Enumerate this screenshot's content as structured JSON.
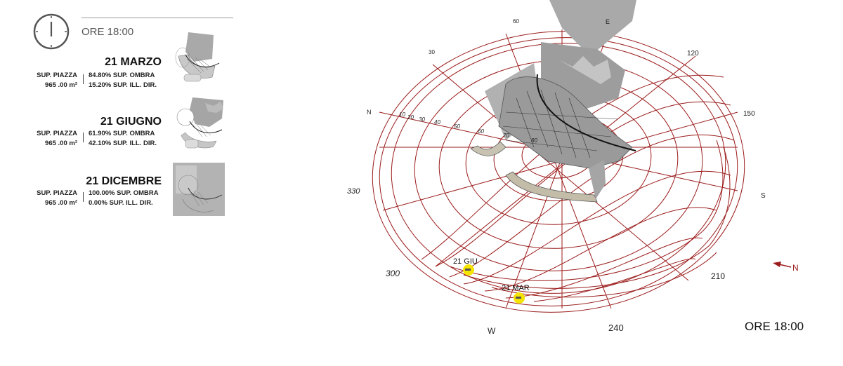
{
  "header": {
    "time_label": "ORE 18:00"
  },
  "cards": [
    {
      "date": "21 MARZO",
      "area_label": "SUP. PIAZZA",
      "area_value": "965 .00 m²",
      "shadow": "84.80% SUP. OMBRA",
      "lit": "15.20% SUP. ILL. DIR."
    },
    {
      "date": "21 GIUGNO",
      "area_label": "SUP. PIAZZA",
      "area_value": "965 .00 m²",
      "shadow": "61.90% SUP. OMBRA",
      "lit": "42.10% SUP. ILL. DIR."
    },
    {
      "date": "21 DICEMBRE",
      "area_label": "SUP. PIAZZA",
      "area_value": "965 .00 m²",
      "shadow": "100.00% SUP. OMBRA",
      "lit": "0.00% SUP. ILL. DIR."
    }
  ],
  "diagram": {
    "azimuth_labels": [
      "60",
      "E",
      "120",
      "150",
      "S",
      "210",
      "240",
      "W",
      "300",
      "330",
      "N",
      "30"
    ],
    "altitude_labels": [
      "10",
      "20",
      "30",
      "40",
      "50",
      "60",
      "70",
      "80"
    ],
    "sun_markers": [
      "21 GIU",
      "21 MAR"
    ],
    "north_arrow": "N",
    "time_label": "ORE 18:00",
    "colors": {
      "sunpath": "#9b1b1b",
      "marker": "#f5e400",
      "building": "#9a9a9a"
    }
  }
}
